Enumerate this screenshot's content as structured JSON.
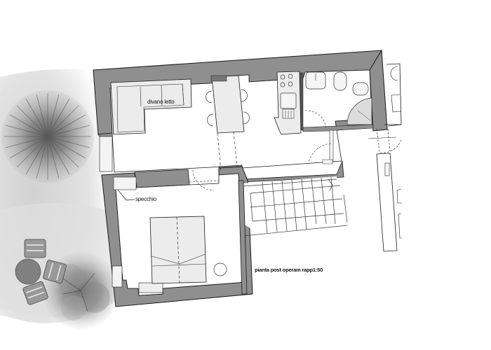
{
  "drawing": {
    "title": "pianta post operam rapp1:50",
    "scale": "1:50",
    "colors": {
      "wall": "#8f8f8f",
      "wall_outline": "#1a1a1a",
      "floor": "#ffffff",
      "furniture_fill": "#ebebeb",
      "garden": "#d9d9d9",
      "tree": "#6e6e6e"
    }
  },
  "rooms": [
    {
      "name": "living-room",
      "labels": [
        "divano letto"
      ]
    },
    {
      "name": "kitchen"
    },
    {
      "name": "bathroom"
    },
    {
      "name": "bedroom",
      "labels": [
        "specchio"
      ]
    },
    {
      "name": "stairs"
    }
  ],
  "annotations": {
    "sofa_bed": "divano letto",
    "mirror": "specchio",
    "plan_caption": "pianta post operam rapp1:50"
  }
}
